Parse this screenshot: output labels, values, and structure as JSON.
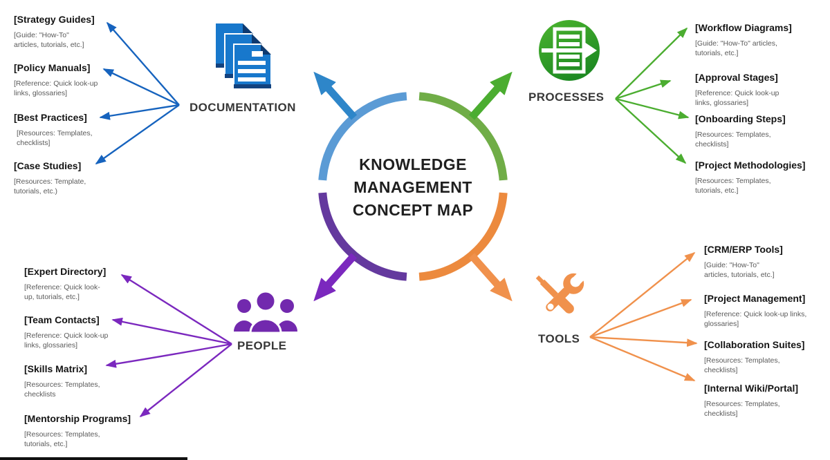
{
  "center": {
    "line1": "KNOWLEDGE",
    "line2": "MANAGEMENT",
    "line3": "CONCEPT MAP"
  },
  "colors": {
    "documentation_arc": "#5B9BD5",
    "documentation_arrow": "#2E86C9",
    "documentation_fan": "#1663BE",
    "processes_arc": "#70AD47",
    "processes_arrow": "#4BAD30",
    "people_arc": "#64399E",
    "people_arrow": "#7B28BE",
    "tools_arc": "#EC8A3E",
    "tools_arrow": "#F0914C"
  },
  "icons": {
    "documentation": "stacked-documents-icon",
    "processes": "process-flow-document-icon",
    "people": "people-group-icon",
    "tools": "crossed-tools-icon"
  },
  "branches": {
    "documentation": {
      "label": "DOCUMENTATION",
      "items": [
        {
          "title": "[Strategy Guides]",
          "desc": "[Guide: \"How-To\" articles, tutorials, etc.]"
        },
        {
          "title": "[Policy Manuals]",
          "desc": "[Reference: Quick look-up links, glossaries]"
        },
        {
          "title": "[Best Practices]",
          "desc": "[Resources: Templates, checklists]"
        },
        {
          "title": "[Case Studies]",
          "desc": "[Resources: Template, tutorials, etc.)"
        }
      ]
    },
    "processes": {
      "label": "PROCESSES",
      "items": [
        {
          "title": "[Workflow Diagrams]",
          "desc": "[Guide: \"How-To\" articles, tutorials, etc.]"
        },
        {
          "title": "[Approval Stages]",
          "desc": "[Reference: Quick look-up links, glossaries]"
        },
        {
          "title": "[Onboarding Steps]",
          "desc": "[Resources: Templates, checklists]"
        },
        {
          "title": "[Project Methodologies]",
          "desc": "[Resources: Templates, tutorials, etc.]"
        }
      ]
    },
    "people": {
      "label": "PEOPLE",
      "items": [
        {
          "title": "[Expert Directory]",
          "desc": "[Reference: Quick look-up, tutorials, etc.]"
        },
        {
          "title": "[Team Contacts]",
          "desc": "[Reference: Quick look-up links, glossaries]"
        },
        {
          "title": "[Skills Matrix]",
          "desc": "[Resources: Templates, checklists"
        },
        {
          "title": "[Mentorship Programs]",
          "desc": "[Resources: Templates, tutorials, etc.]"
        }
      ]
    },
    "tools": {
      "label": "TOOLS",
      "items": [
        {
          "title": "[CRM/ERP Tools]",
          "desc": "[Guide: \"How-To\" articles, tutorials, etc.]"
        },
        {
          "title": "[Project Management]",
          "desc": "[Reference: Quick look-up links, glossaries]"
        },
        {
          "title": "[Collaboration Suites]",
          "desc": "[Resources: Templates, checklists]"
        },
        {
          "title": "[Internal Wiki/Portal]",
          "desc": "[Resources: Templates, checklists]"
        }
      ]
    }
  }
}
